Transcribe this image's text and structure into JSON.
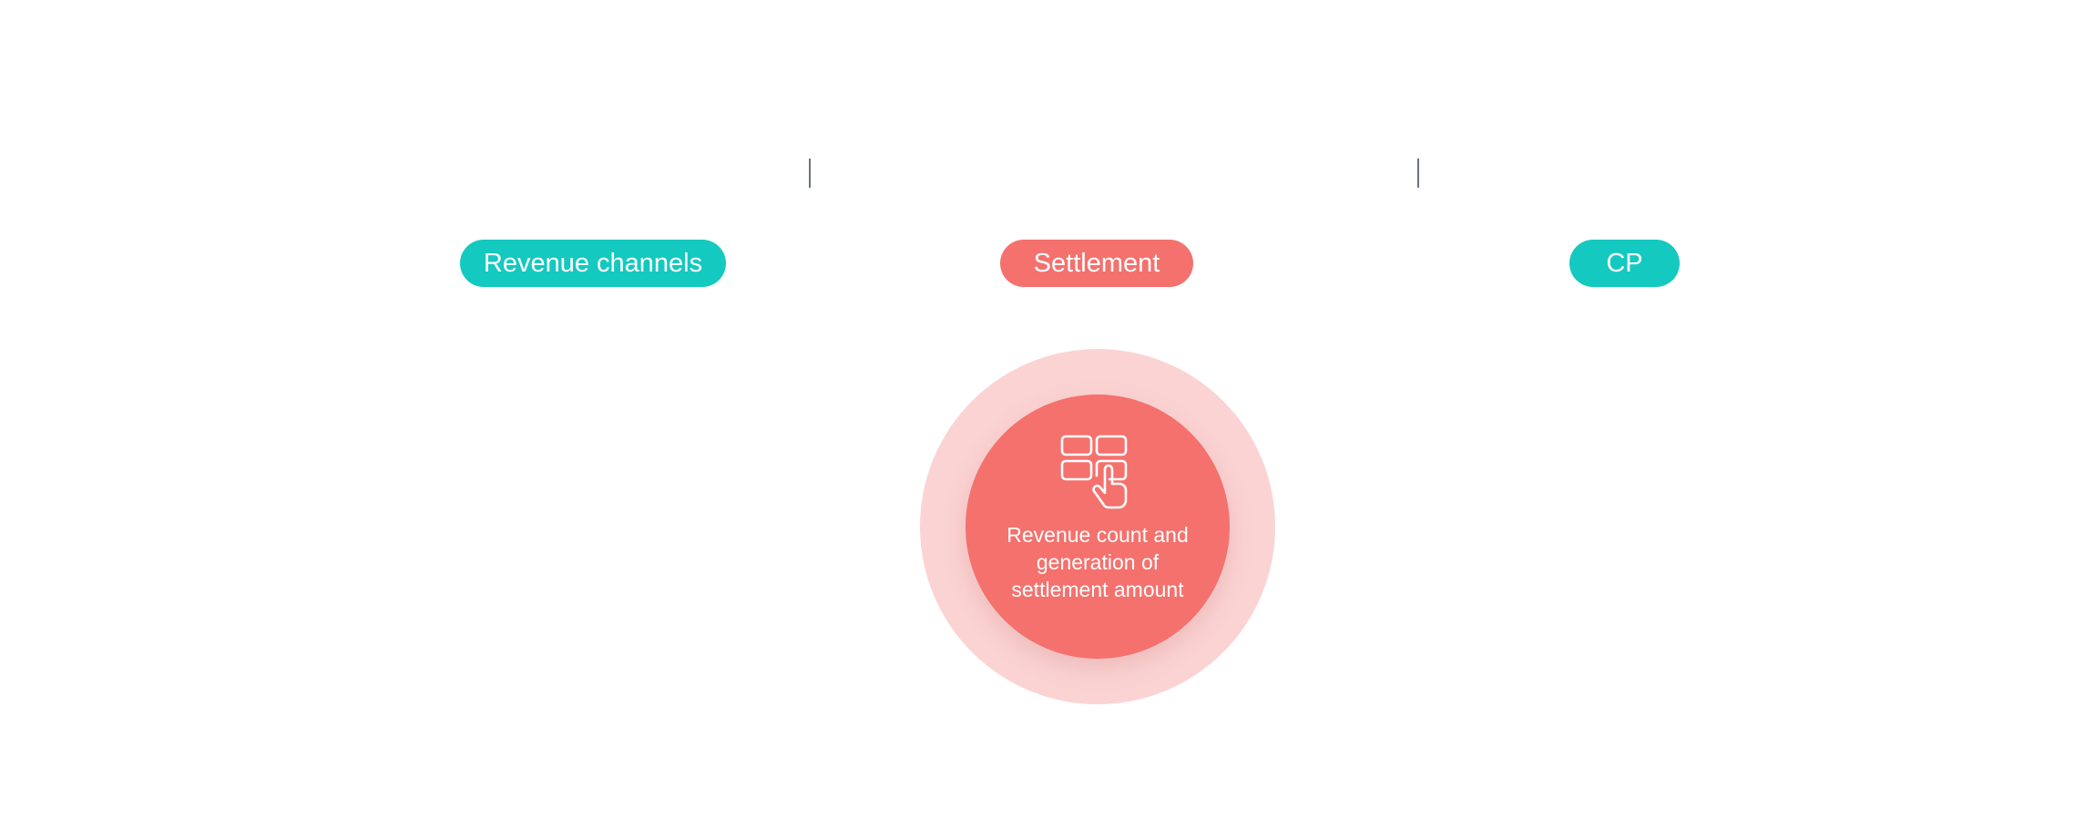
{
  "nodes": {
    "revenue_channels": "Revenue channels",
    "settlement": "Settlement",
    "cp": "CP"
  },
  "hub": {
    "icon": "grid-tap-icon",
    "text": "Revenue count and generation of settlement amount"
  },
  "colors": {
    "teal": "#14c9c0",
    "coral": "#f4716d",
    "halo": "#fbd3d3",
    "divider": "#6b7280"
  }
}
